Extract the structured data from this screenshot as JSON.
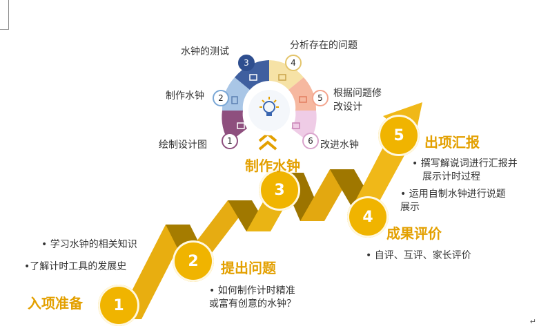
{
  "stages": [
    {
      "num": "1",
      "title": "入项准备",
      "bullets": [
        "• 学习水钟的相关知识",
        "•了解计时工具的发展史"
      ]
    },
    {
      "num": "2",
      "title": "提出问题",
      "bullets": [
        "• 如何制作计时精准",
        "或富有创意的水钟？"
      ]
    },
    {
      "num": "3",
      "title": "制作水钟",
      "bullets": []
    },
    {
      "num": "4",
      "title": "成果评价",
      "bullets": [
        "• 自评、互评、家长评价"
      ]
    },
    {
      "num": "5",
      "title": "出项汇报",
      "bullets": [
        "• 撰写解说词进行汇报并",
        "展示计时过程",
        "• 运用自制水钟进行说题",
        "展示"
      ]
    }
  ],
  "petals": [
    {
      "num": "1",
      "label": "绘制设计图",
      "color": "#8e4f7e"
    },
    {
      "num": "2",
      "label": "制作水钟",
      "color": "#7aa7d6"
    },
    {
      "num": "3",
      "label": "水钟的测试",
      "color": "#2e4e8f"
    },
    {
      "num": "4",
      "label": "分析存在的问题",
      "color": "#f3d58c"
    },
    {
      "num": "5",
      "label": "根据问题修",
      "label2": "改设计",
      "color": "#f3a58e"
    },
    {
      "num": "6",
      "label": "改进水钟",
      "color": "#e6b8da"
    }
  ],
  "colors": {
    "gold": "#f0b400",
    "ribbon_light": "#e8b219",
    "ribbon_dark": "#a97f00",
    "title": "#e3a000"
  },
  "return_mark": "↵"
}
